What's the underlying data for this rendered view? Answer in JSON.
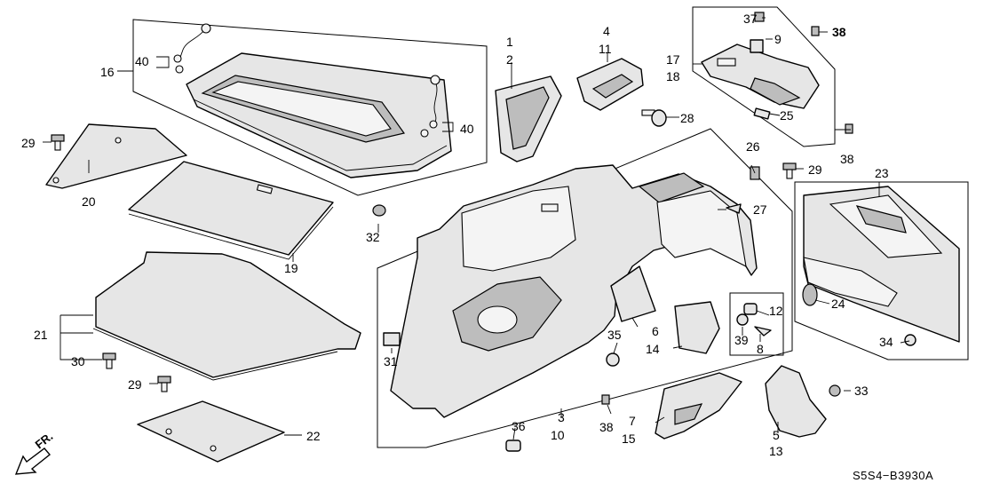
{
  "diagram_code": "S5S4−B3930A",
  "front_indicator": "FR.",
  "callouts": {
    "n1": "1",
    "n2": "2",
    "n3": "3",
    "n4": "4",
    "n5": "5",
    "n6": "6",
    "n7": "7",
    "n8": "8",
    "n9": "9",
    "n10": "10",
    "n11": "11",
    "n12": "12",
    "n13": "13",
    "n14": "14",
    "n15": "15",
    "n16": "16",
    "n17": "17",
    "n18": "18",
    "n19": "19",
    "n20": "20",
    "n21": "21",
    "n22": "22",
    "n23": "23",
    "n24": "24",
    "n25": "25",
    "n26": "26",
    "n27": "27",
    "n28": "28",
    "n29": "29",
    "n30": "30",
    "n31": "31",
    "n32": "32",
    "n33": "33",
    "n34": "34",
    "n35": "35",
    "n36": "36",
    "n37": "37",
    "n38": "38",
    "n39": "39",
    "n40": "40"
  }
}
